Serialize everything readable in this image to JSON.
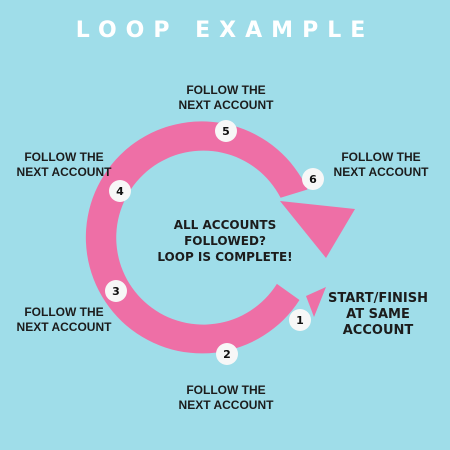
{
  "title": "LOOP EXAMPLE",
  "center": {
    "line1": "ALL ACCOUNTS",
    "line2": "FOLLOWED?",
    "line3": "LOOP IS COMPLETE!"
  },
  "start_label": {
    "line1": "START/FINISH",
    "line2": "AT SAME",
    "line3": "ACCOUNT"
  },
  "steps": [
    {
      "number": "1"
    },
    {
      "number": "2",
      "line1": "FOLLOW THE",
      "line2": "NEXT ACCOUNT"
    },
    {
      "number": "3",
      "line1": "FOLLOW THE",
      "line2": "NEXT ACCOUNT"
    },
    {
      "number": "4",
      "line1": "FOLLOW THE",
      "line2": "NEXT ACCOUNT"
    },
    {
      "number": "5",
      "line1": "FOLLOW THE",
      "line2": "NEXT ACCOUNT"
    },
    {
      "number": "6",
      "line1": "FOLLOW THE",
      "line2": "NEXT ACCOUNT"
    }
  ],
  "colors": {
    "background": "#9fdde9",
    "arrow": "#ee6fa6",
    "marker_fill": "#f7f7f7",
    "text": "#1c1c1c",
    "title": "#ffffff"
  }
}
